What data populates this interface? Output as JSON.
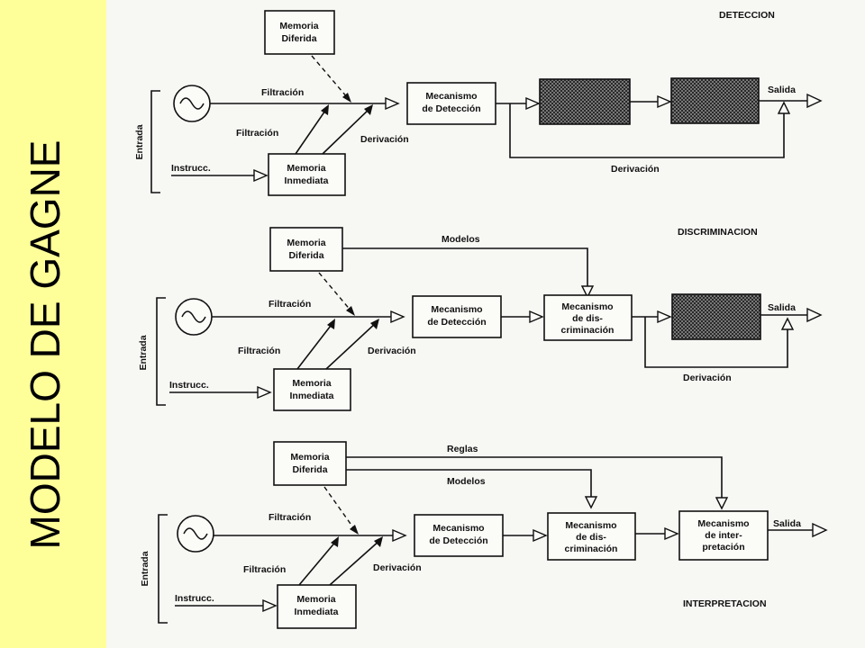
{
  "title": "MODELO DE GAGNE",
  "colors": {
    "background": "#ffff99",
    "scan": "#f7f7f4",
    "ink": "#111111"
  },
  "panels": [
    {
      "mode": "DETECCION",
      "entrada": "Entrada",
      "instrucc": "Instrucc.",
      "memoria_diferida": [
        "Memoria",
        "Diferida"
      ],
      "memoria_inmediata": [
        "Memoria",
        "Inmediata"
      ],
      "filtracion_top": "Filtración",
      "filtracion_bottom": "Filtración",
      "derivacion_left": "Derivación",
      "mecanismo_deteccion": [
        "Mecanismo",
        "de Detección"
      ],
      "salida": "Salida",
      "derivacion_loop": "Derivación"
    },
    {
      "mode": "DISCRIMINACION",
      "entrada": "Entrada",
      "instrucc": "Instrucc.",
      "memoria_diferida": [
        "Memoria",
        "Diferida"
      ],
      "memoria_inmediata": [
        "Memoria",
        "Inmediata"
      ],
      "filtracion_top": "Filtración",
      "filtracion_bottom": "Filtración",
      "derivacion_left": "Derivación",
      "modelos": "Modelos",
      "mecanismo_deteccion": [
        "Mecanismo",
        "de Detección"
      ],
      "mecanismo_discriminacion": [
        "Mecanismo",
        "de dis-",
        "criminación"
      ],
      "salida": "Salida",
      "derivacion_loop": "Derivación"
    },
    {
      "mode": "INTERPRETACION",
      "entrada": "Entrada",
      "instrucc": "Instrucc.",
      "memoria_diferida": [
        "Memoria",
        "Diferida"
      ],
      "memoria_inmediata": [
        "Memoria",
        "Inmediata"
      ],
      "filtracion_top": "Filtración",
      "filtracion_bottom": "Filtración",
      "derivacion_left": "Derivación",
      "reglas": "Reglas",
      "modelos": "Modelos",
      "mecanismo_deteccion": [
        "Mecanismo",
        "de Detección"
      ],
      "mecanismo_discriminacion": [
        "Mecanismo",
        "de dis-",
        "criminación"
      ],
      "mecanismo_interpretacion": [
        "Mecanismo",
        "de inter-",
        "pretación"
      ],
      "salida": "Salida"
    }
  ]
}
